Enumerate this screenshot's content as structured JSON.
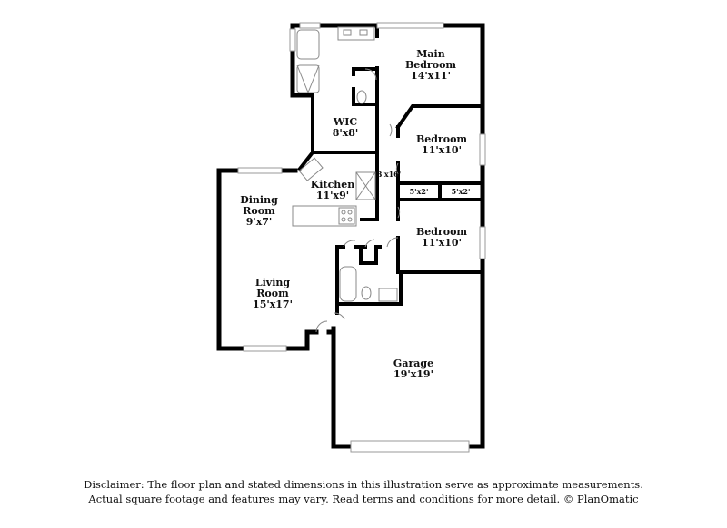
{
  "rooms": {
    "main_bedroom": {
      "name_line1": "Main",
      "name_line2": "Bedroom",
      "size": "14'x11'"
    },
    "wic": {
      "name": "WIC",
      "size": "8'x8'"
    },
    "bedroom_2": {
      "name": "Bedroom",
      "size": "11'x10'"
    },
    "hall": {
      "size": "3'x16'"
    },
    "kitchen": {
      "name": "Kitchen",
      "size": "11'x9'"
    },
    "closet_1": {
      "size": "5'x2'"
    },
    "closet_2": {
      "size": "5'x2'"
    },
    "dining_room": {
      "name_line1": "Dining",
      "name_line2": "Room",
      "size": "9'x7'"
    },
    "bedroom_3": {
      "name": "Bedroom",
      "size": "11'x10'"
    },
    "living_room": {
      "name_line1": "Living",
      "name_line2": "Room",
      "size": "15'x17'"
    },
    "garage": {
      "name": "Garage",
      "size": "19'x19'"
    }
  },
  "disclaimer": {
    "line1": "Disclaimer: The floor plan and stated dimensions in this illustration serve as approximate measurements.",
    "line2": "Actual square footage and features may vary. Read terms and conditions for more detail. © PlanOmatic"
  }
}
